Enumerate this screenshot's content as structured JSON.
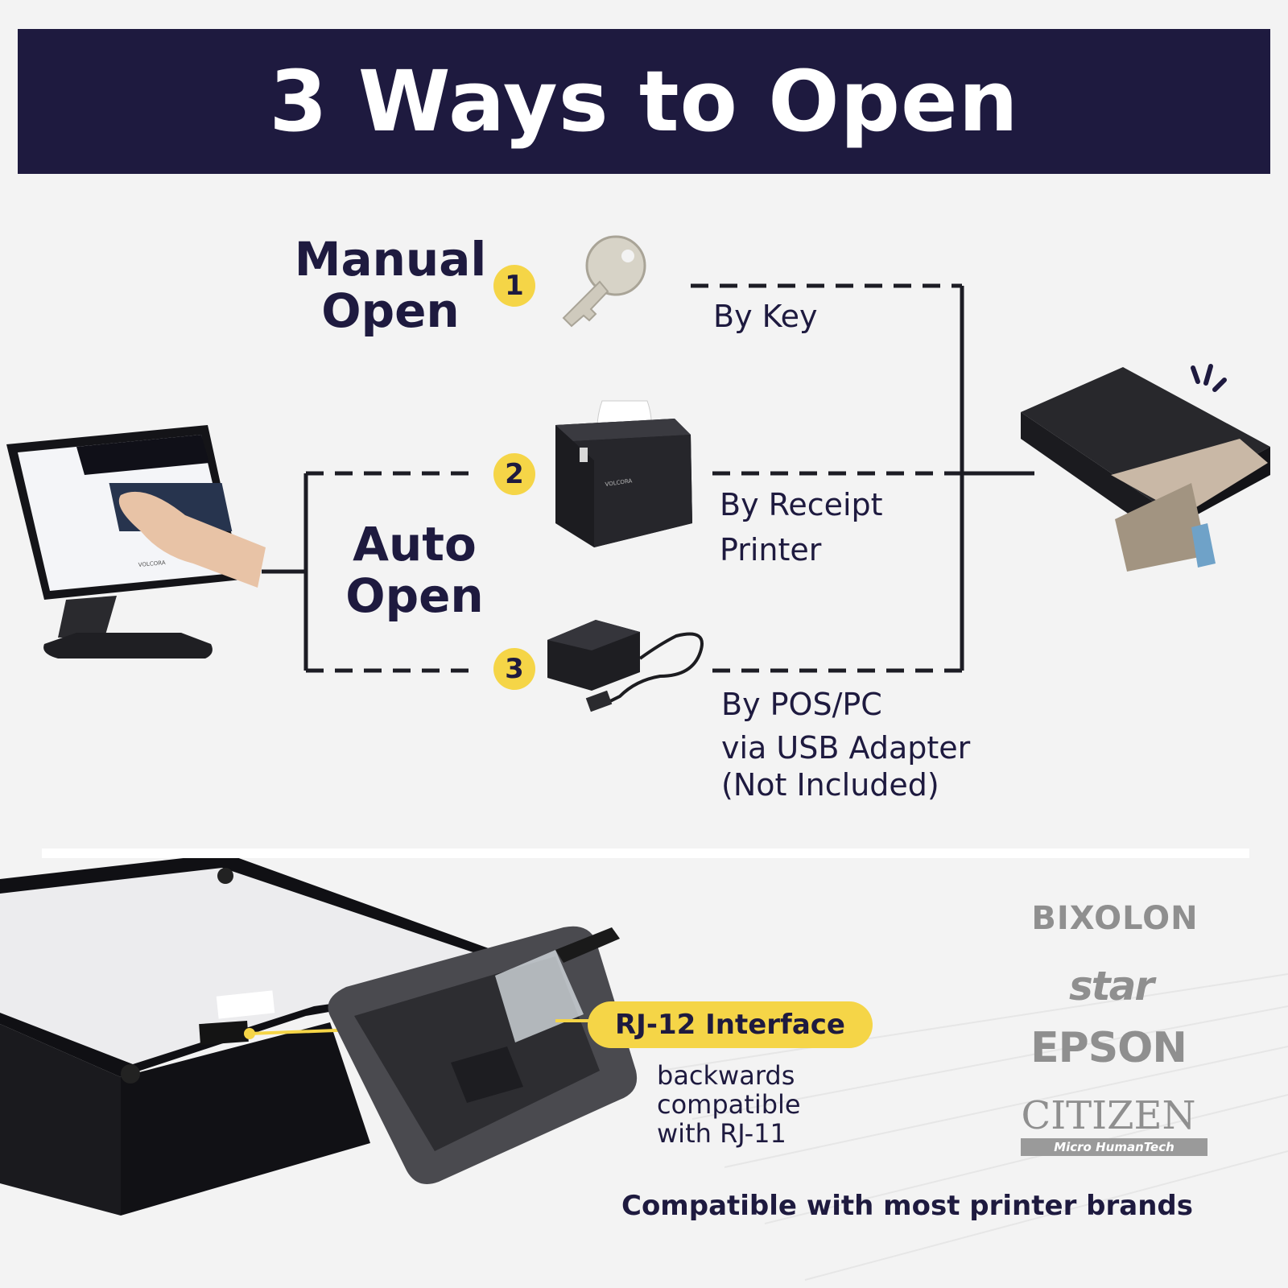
{
  "banner": {
    "title": "3 Ways to Open"
  },
  "methods": {
    "manual": {
      "heading_line1": "Manual",
      "heading_line2": "Open"
    },
    "auto": {
      "heading_line1": "Auto",
      "heading_line2": "Open"
    },
    "options": [
      {
        "number": "1",
        "caption_lines": [
          "By Key"
        ],
        "icon": "key-icon"
      },
      {
        "number": "2",
        "caption_lines": [
          "By Receipt",
          "Printer"
        ],
        "icon": "receipt-printer-icon"
      },
      {
        "number": "3",
        "caption_lines": [
          "By POS/PC",
          "via USB Adapter",
          "(Not Included)"
        ],
        "icon": "usb-adapter-icon"
      }
    ]
  },
  "device_labels": {
    "pos_brand": "VOLCORA",
    "printer_brand": "VOLCORA"
  },
  "interface": {
    "tag": "RJ-12 Interface",
    "note_lines": [
      "backwards",
      "compatible",
      "with RJ-11"
    ]
  },
  "brands": {
    "bixolon": "BIXOLON",
    "star": "star",
    "epson": "EPSON",
    "citizen": "CITIZEN",
    "citizen_sub": "Micro HumanTech"
  },
  "compatibility": "Compatible with most printer brands",
  "colors": {
    "navy": "#1e1a3f",
    "yellow": "#f5d547",
    "background": "#f3f3f3",
    "brand_gray": "#8f8f8f"
  }
}
